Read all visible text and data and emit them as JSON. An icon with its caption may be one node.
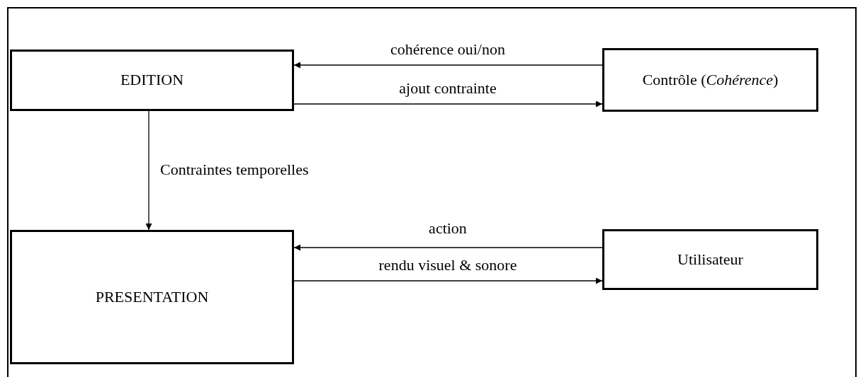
{
  "diagram": {
    "nodes": [
      {
        "text": [
          "EDITION"
        ]
      },
      {
        "text": [
          "Contrôle (*Cohérence*)"
        ]
      },
      {
        "text": [
          "PRESENTATION"
        ]
      },
      {
        "text": [
          "Utilisateur"
        ]
      }
    ],
    "edges": [
      {
        "from": 1,
        "to": 0,
        "arrow": "to",
        "label": "cohérence oui/non"
      },
      {
        "from": 0,
        "to": 1,
        "arrow": "to",
        "label": "ajout contrainte"
      },
      {
        "from": 0,
        "to": 2,
        "arrow": "to",
        "label": "Contraintes temporelles"
      },
      {
        "from": 3,
        "to": 2,
        "arrow": "to",
        "label": "action"
      },
      {
        "from": 2,
        "to": 3,
        "arrow": "to",
        "label": "rendu visuel & sonore"
      }
    ]
  }
}
